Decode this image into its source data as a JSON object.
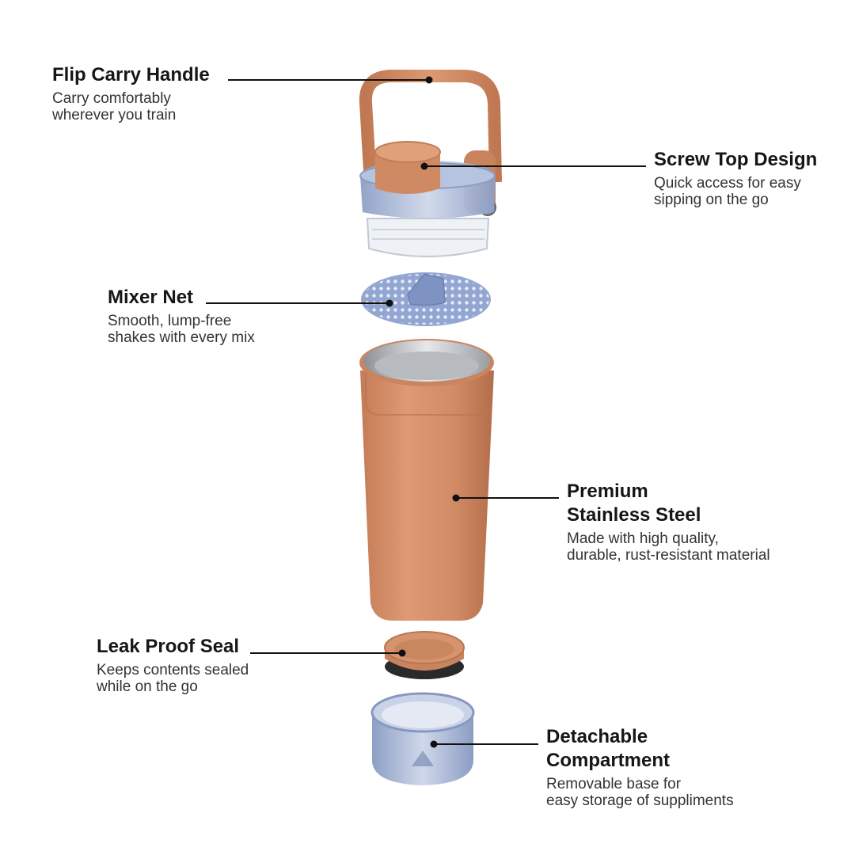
{
  "labels": {
    "flip_handle": {
      "title": "Flip Carry Handle",
      "desc1": "Carry comfortably",
      "desc2": "wherever you train"
    },
    "screw_top": {
      "title": "Screw Top Design",
      "desc1": "Quick access for easy",
      "desc2": "sipping on the go"
    },
    "mixer_net": {
      "title": "Mixer Net",
      "desc1": "Smooth, lump-free",
      "desc2": "shakes with every mix"
    },
    "steel": {
      "title1": "Premium",
      "title2": "Stainless Steel",
      "desc1": "Made with high quality,",
      "desc2": "durable, rust-resistant material"
    },
    "seal": {
      "title": "Leak Proof Seal",
      "desc1": "Keeps contents sealed",
      "desc2": "while on the go"
    },
    "compartment": {
      "title1": "Detachable",
      "title2": "Compartment",
      "desc1": "Removable base for",
      "desc2": "easy storage of suppliments"
    }
  },
  "colors": {
    "body": "#d3906c",
    "body_dark": "#b97450",
    "handle": "#cf8a63",
    "clear_blue": "#a9b8d6",
    "steel": "#c9ccd0",
    "line": "#111111"
  }
}
